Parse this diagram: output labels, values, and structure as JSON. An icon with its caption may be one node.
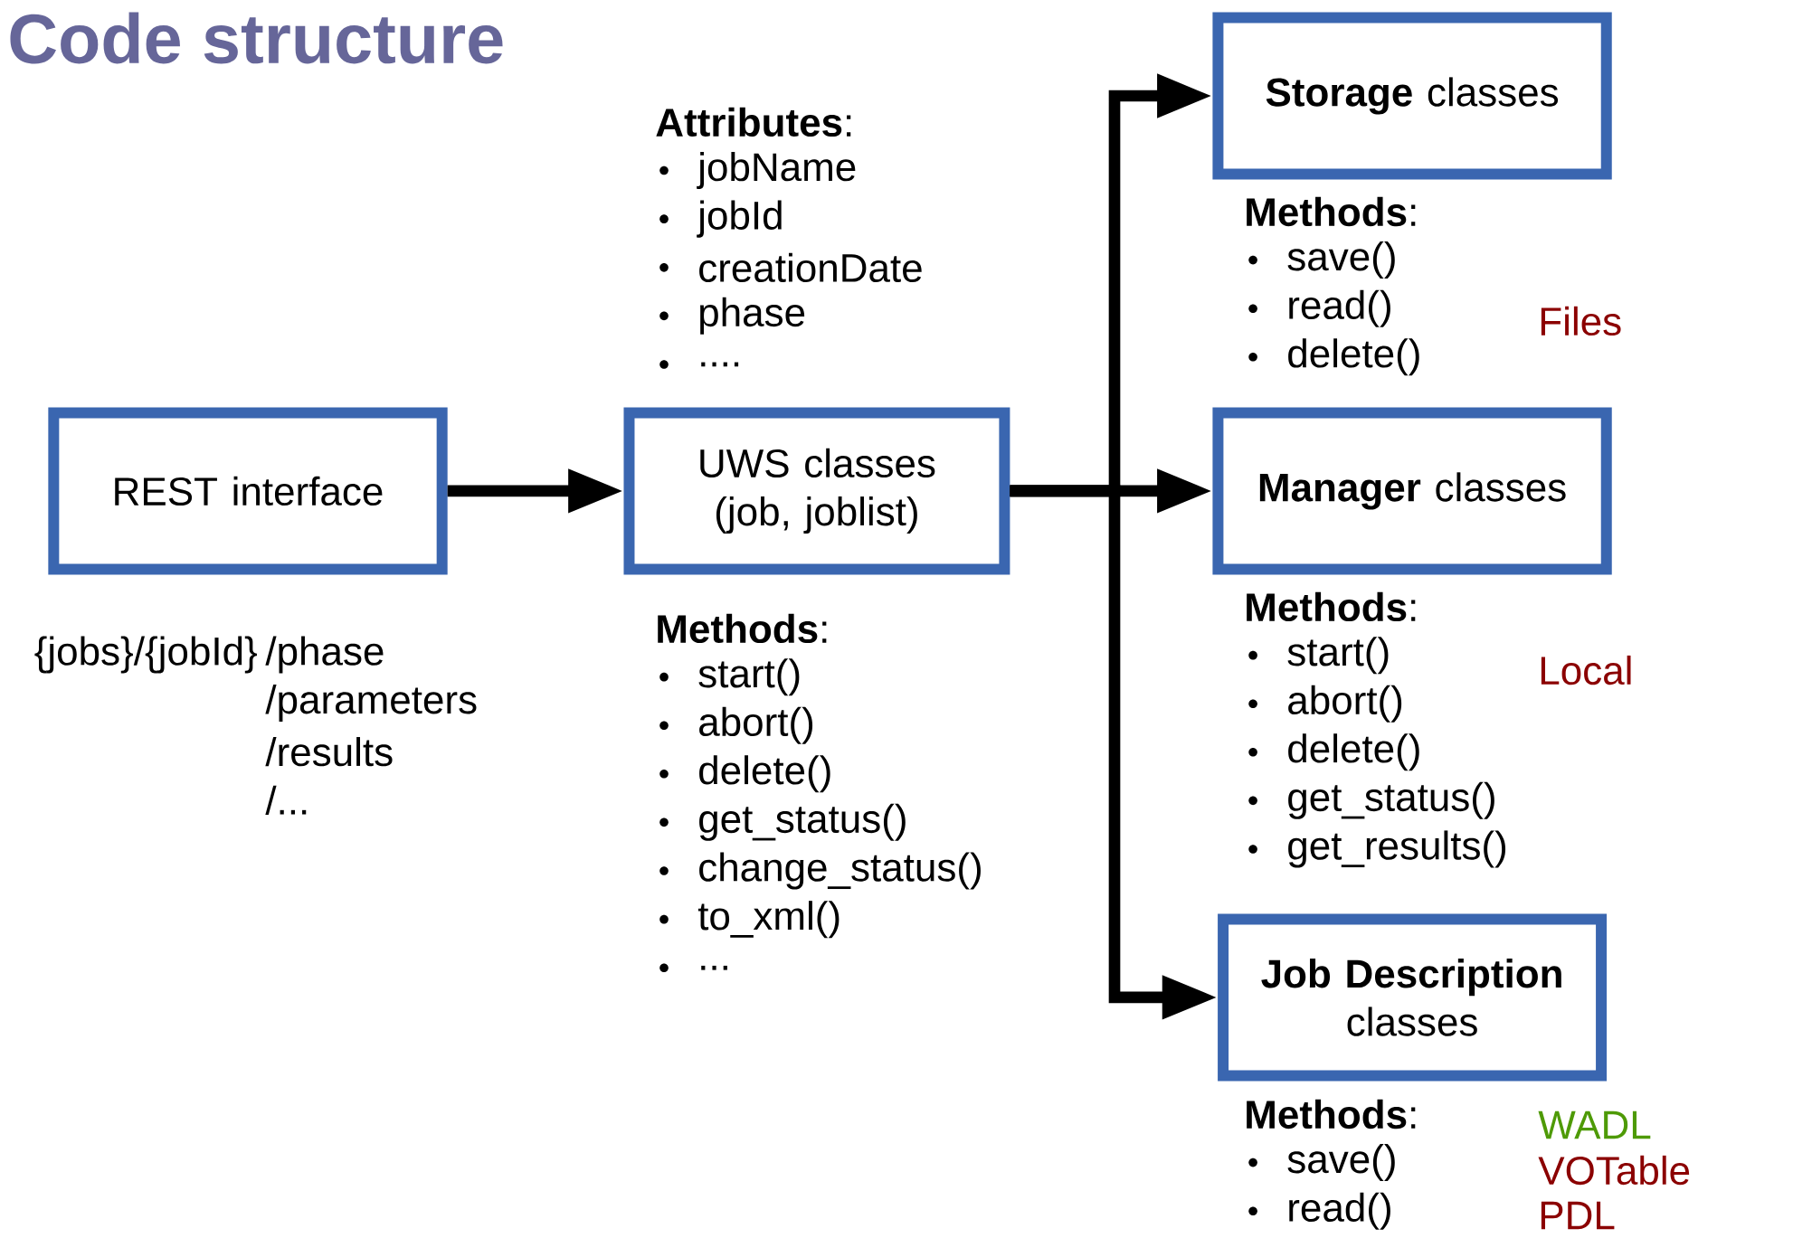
{
  "diagram": {
    "title": "Code structure",
    "nodes": [
      {
        "text": [
          "REST interface"
        ],
        "beside": [
          "{jobs}/{jobId}",
          "/phase",
          "/parameters",
          "/results",
          "/..."
        ]
      },
      {
        "text": [
          "UWS classes (job, joblist)"
        ],
        "beside": [
          "**Attributes**:",
          "jobName",
          "jobId",
          "creationDate",
          "phase",
          "....",
          "**Methods**:",
          "start()",
          "abort()",
          "delete()",
          "get_status()",
          "change_status()",
          "to_xml()",
          "..."
        ]
      },
      {
        "text": [
          "**Storage** classes"
        ],
        "beside": [
          "**Methods**:",
          "save()",
          "read()",
          "delete()"
        ]
      },
      {
        "text": [
          "**Manager** classes"
        ],
        "beside": [
          "**Methods**:",
          "start()",
          "abort()",
          "delete()",
          "get_status()",
          "get_results()"
        ]
      },
      {
        "text": [
          "**Job Description** classes"
        ],
        "beside": [
          "**Methods**:",
          "save()",
          "read()"
        ]
      }
    ],
    "edges": [
      {
        "from": 0,
        "to": 1,
        "arrow": "to"
      },
      {
        "from": 1,
        "to": 2,
        "arrow": "to"
      },
      {
        "from": 1,
        "to": 3,
        "arrow": "to"
      },
      {
        "from": 1,
        "to": 4,
        "arrow": "to"
      }
    ],
    "labels": [
      "Files",
      "Local",
      "WADL",
      "VOTable",
      "PDL"
    ]
  }
}
